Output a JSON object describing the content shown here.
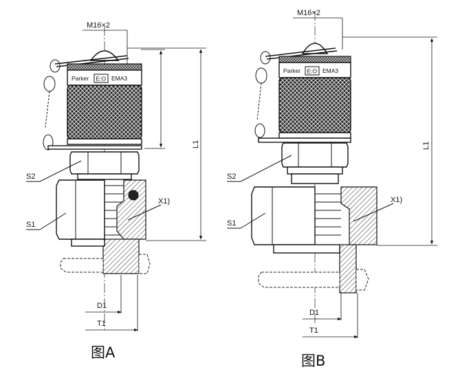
{
  "figure_a": {
    "thread_label": "M16×2",
    "length_label": "L1",
    "wrench_s2_label": "S2",
    "wrench_s1_label": "S1",
    "seal_label": "X1)",
    "d1_label": "D1",
    "t1_label": "T1",
    "cap_brand": "Parker",
    "cap_logo": "E:O",
    "cap_model": "EMA3",
    "caption": "图A"
  },
  "figure_b": {
    "thread_label": "M16×2",
    "length_label": "L1",
    "wrench_s2_label": "S2",
    "wrench_s1_label": "S1",
    "seal_label": "X1)",
    "d1_label": "D1",
    "t1_label": "T1",
    "cap_brand": "Parker",
    "cap_logo": "E:O",
    "cap_model": "EMA3",
    "caption": "图B"
  },
  "colors": {
    "line": "#111111",
    "background": "#ffffff",
    "knurl": "#1a1a1a"
  }
}
